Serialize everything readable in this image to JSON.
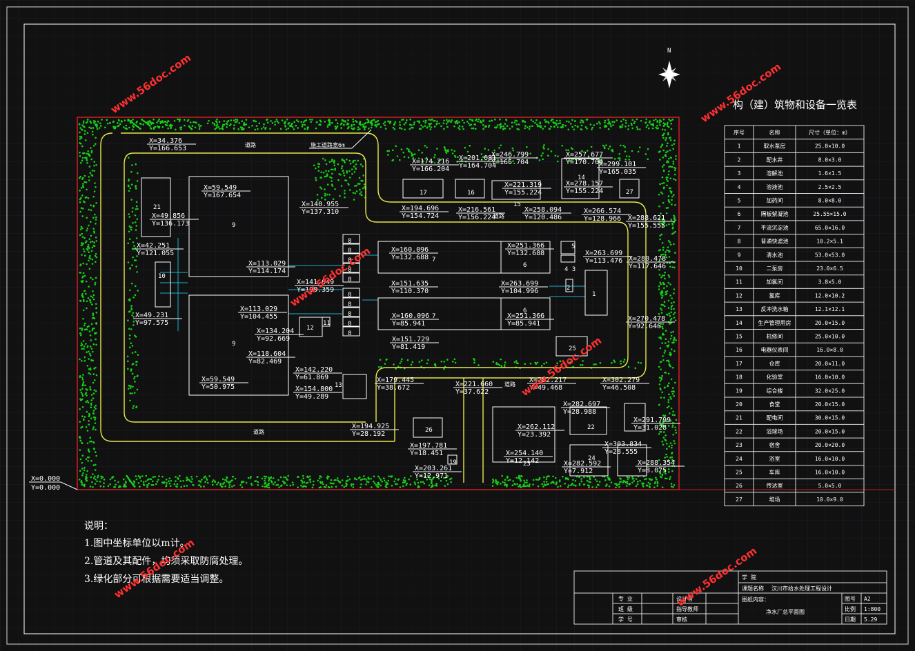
{
  "north": "N",
  "origin": {
    "x": "X=0.000",
    "y": "Y=0.000"
  },
  "road_labels": [
    "道路",
    "道路",
    "道路",
    "道路"
  ],
  "road_note": "施工道路宽6m",
  "watermark": "www.56doc.com",
  "colors": {
    "background": "#111111",
    "green": "#18d018",
    "road": "#e8e84a",
    "pipe": "#20b0c8",
    "watermark": "#ff3030"
  },
  "buildings": [
    {
      "num": "21"
    },
    {
      "num": "9"
    },
    {
      "num": "10"
    },
    {
      "num": "9"
    },
    {
      "num": "12"
    },
    {
      "num": "11"
    },
    {
      "num": "13"
    },
    {
      "num": "8"
    },
    {
      "num": "8"
    },
    {
      "num": "8"
    },
    {
      "num": "8"
    },
    {
      "num": "8"
    },
    {
      "num": "8"
    },
    {
      "num": "8"
    },
    {
      "num": "8"
    },
    {
      "num": "8"
    },
    {
      "num": "8"
    },
    {
      "num": "7"
    },
    {
      "num": "6"
    },
    {
      "num": "7"
    },
    {
      "num": "6"
    },
    {
      "num": "17"
    },
    {
      "num": "16"
    },
    {
      "num": "15"
    },
    {
      "num": "14"
    },
    {
      "num": "27"
    },
    {
      "num": "5"
    },
    {
      "num": "4 3"
    },
    {
      "num": "2"
    },
    {
      "num": "1"
    },
    {
      "num": "25"
    },
    {
      "num": "26"
    },
    {
      "num": "19"
    },
    {
      "num": "23"
    },
    {
      "num": "22"
    },
    {
      "num": "24"
    }
  ],
  "coords": [
    {
      "x": "X=34.376",
      "y": "Y=166.653"
    },
    {
      "x": "X=49.856",
      "y": "Y=136.173"
    },
    {
      "x": "X=59.549",
      "y": "Y=167.654"
    },
    {
      "x": "X=42.251",
      "y": "Y=121.055"
    },
    {
      "x": "X=113.029",
      "y": "Y=114.174"
    },
    {
      "x": "X=140.955",
      "y": "Y=137.310"
    },
    {
      "x": "X=141.049",
      "y": "Y=108.359"
    },
    {
      "x": "X=113.029",
      "y": "Y=104.455"
    },
    {
      "x": "X=49.231",
      "y": "Y=97.575"
    },
    {
      "x": "X=134.204",
      "y": "Y=92.669"
    },
    {
      "x": "X=118.604",
      "y": "Y=82.469"
    },
    {
      "x": "X=59.549",
      "y": "Y=50.975"
    },
    {
      "x": "X=142.220",
      "y": "Y=61.869"
    },
    {
      "x": "X=154.800",
      "y": "Y=49.289"
    },
    {
      "x": "X=160.096",
      "y": "Y=132.688"
    },
    {
      "x": "X=251.366",
      "y": "Y=132.688"
    },
    {
      "x": "X=151.635",
      "y": "Y=110.370"
    },
    {
      "x": "X=263.699",
      "y": "Y=104.996"
    },
    {
      "x": "X=160.096",
      "y": "Y=85.941"
    },
    {
      "x": "X=251.366",
      "y": "Y=85.941"
    },
    {
      "x": "X=151.729",
      "y": "Y=81.419"
    },
    {
      "x": "X=174.216",
      "y": "Y=166.204"
    },
    {
      "x": "X=201.081",
      "y": "Y=164.704"
    },
    {
      "x": "X=246.799",
      "y": "Y=165.704"
    },
    {
      "x": "X=221.319",
      "y": "Y=155.224"
    },
    {
      "x": "X=257.677",
      "y": "Y=170.704"
    },
    {
      "x": "X=278.157",
      "y": "Y=155.224"
    },
    {
      "x": "X=299.101",
      "y": "Y=165.035"
    },
    {
      "x": "X=194.696",
      "y": "Y=154.724"
    },
    {
      "x": "X=216.561",
      "y": "Y=156.224"
    },
    {
      "x": "X=258.094",
      "y": "Y=120.486"
    },
    {
      "x": "X=266.574",
      "y": "Y=128.966"
    },
    {
      "x": "X=288.621",
      "y": "Y=155.555"
    },
    {
      "x": "X=263.699",
      "y": "Y=113.476"
    },
    {
      "x": "X=280.478",
      "y": "Y=117.646"
    },
    {
      "x": "X=270.478",
      "y": "Y=92.646"
    },
    {
      "x": "X=179.445",
      "y": "Y=38.672"
    },
    {
      "x": "X=221.660",
      "y": "Y=37.622"
    },
    {
      "x": "X=282.217",
      "y": "Y=49.468"
    },
    {
      "x": "X=302.279",
      "y": "Y=46.508"
    },
    {
      "x": "X=282.697",
      "y": "Y=28.988"
    },
    {
      "x": "X=291.799",
      "y": "Y=31.028"
    },
    {
      "x": "X=194.925",
      "y": "Y=28.192"
    },
    {
      "x": "X=262.112",
      "y": "Y=23.392"
    },
    {
      "x": "X=303.834",
      "y": "Y=28.555"
    },
    {
      "x": "X=197.781",
      "y": "Y=18.451"
    },
    {
      "x": "X=254.140",
      "y": "Y=12.142"
    },
    {
      "x": "X=282.592",
      "y": "Y=7.912"
    },
    {
      "x": "X=288.354",
      "y": "Y=8.075"
    },
    {
      "x": "X=203.261",
      "y": "Y=12.971"
    }
  ],
  "equipment_table": {
    "title": "构（建）筑物和设备一览表",
    "headers": [
      "序号",
      "名称",
      "尺寸（单位：m）"
    ],
    "rows": [
      [
        "1",
        "取水泵房",
        "25.0×10.0"
      ],
      [
        "2",
        "配水井",
        "8.0×3.0"
      ],
      [
        "3",
        "溶解池",
        "1.6×1.5"
      ],
      [
        "4",
        "溶液池",
        "2.5×2.5"
      ],
      [
        "5",
        "加药间",
        "8.0×8.0"
      ],
      [
        "6",
        "隔板絮凝池",
        "25.55×15.0"
      ],
      [
        "7",
        "平流沉淀池",
        "65.0×16.0"
      ],
      [
        "8",
        "普通快滤池",
        "10.2×5.1"
      ],
      [
        "9",
        "清水池",
        "53.0×53.0"
      ],
      [
        "10",
        "二泵房",
        "23.0×6.5"
      ],
      [
        "11",
        "加氯间",
        "3.8×5.0"
      ],
      [
        "12",
        "氯库",
        "12.0×10.2"
      ],
      [
        "13",
        "反冲洗水箱",
        "12.1×12.1"
      ],
      [
        "14",
        "生产管理用房",
        "20.0×15.0"
      ],
      [
        "15",
        "机修间",
        "25.0×10.0"
      ],
      [
        "16",
        "电器仪表间",
        "16.0×8.0"
      ],
      [
        "17",
        "仓库",
        "20.0×11.0"
      ],
      [
        "18",
        "化验室",
        "16.0×10.0"
      ],
      [
        "19",
        "综合楼",
        "32.0×25.0"
      ],
      [
        "20",
        "食堂",
        "20.0×15.0"
      ],
      [
        "21",
        "配电间",
        "30.0×15.0"
      ],
      [
        "22",
        "浴球场",
        "20.0×15.0"
      ],
      [
        "23",
        "宿舍",
        "20.0×20.0"
      ],
      [
        "24",
        "浴室",
        "16.0×10.0"
      ],
      [
        "25",
        "车库",
        "16.0×10.0"
      ],
      [
        "26",
        "传达室",
        "5.0×5.0"
      ],
      [
        "27",
        "堆场",
        "10.0×9.0"
      ]
    ]
  },
  "notes": {
    "heading": "说明：",
    "items": [
      "1.图中坐标单位以m计。",
      "2.管道及其配件，均须采取防腐处理。",
      "3.绿化部分可根据需要适当调整。"
    ]
  },
  "title_block": {
    "school": "学 院",
    "project_label": "课题名称",
    "project": "汉川市给水处理工程设计",
    "content_label": "图纸内容：",
    "content": "净水厂总平面图",
    "sheet_label": "图号",
    "sheet": "A2",
    "scale_label": "比例",
    "scale": "1:800",
    "date_label": "日期",
    "date": "5.29",
    "roles": [
      "专 业",
      "班 级",
      "学 号"
    ],
    "signs": [
      "设计者",
      "指导教师",
      "审核"
    ]
  }
}
